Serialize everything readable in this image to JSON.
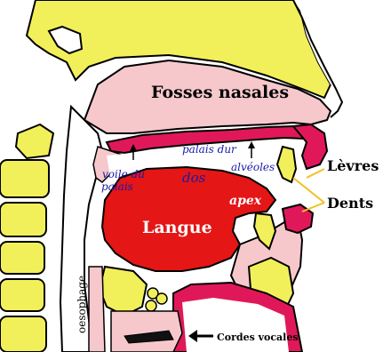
{
  "labels": {
    "fosses_nasales": "Fosses nasales",
    "palais_dur": "palais dur",
    "voile_du": "voile du",
    "palais": "palais",
    "dos": "dos",
    "alveoles": "alvéoles",
    "apex": "apex",
    "langue": "Langue",
    "levres": "Lèvres",
    "dents": "Dents",
    "oesophage": "oesophage",
    "cordes_vocales": "Cordes vocales"
  },
  "colors": {
    "bone_yellow": "#f2f05a",
    "cavity_pink": "#f6c8cc",
    "tissue_red": "#e0185a",
    "tongue_red": "#e41616",
    "skin_white": "#ffffff",
    "outline": "#000000",
    "label_blue": "#1a1aa8",
    "pointer_line": "#f2c020"
  }
}
